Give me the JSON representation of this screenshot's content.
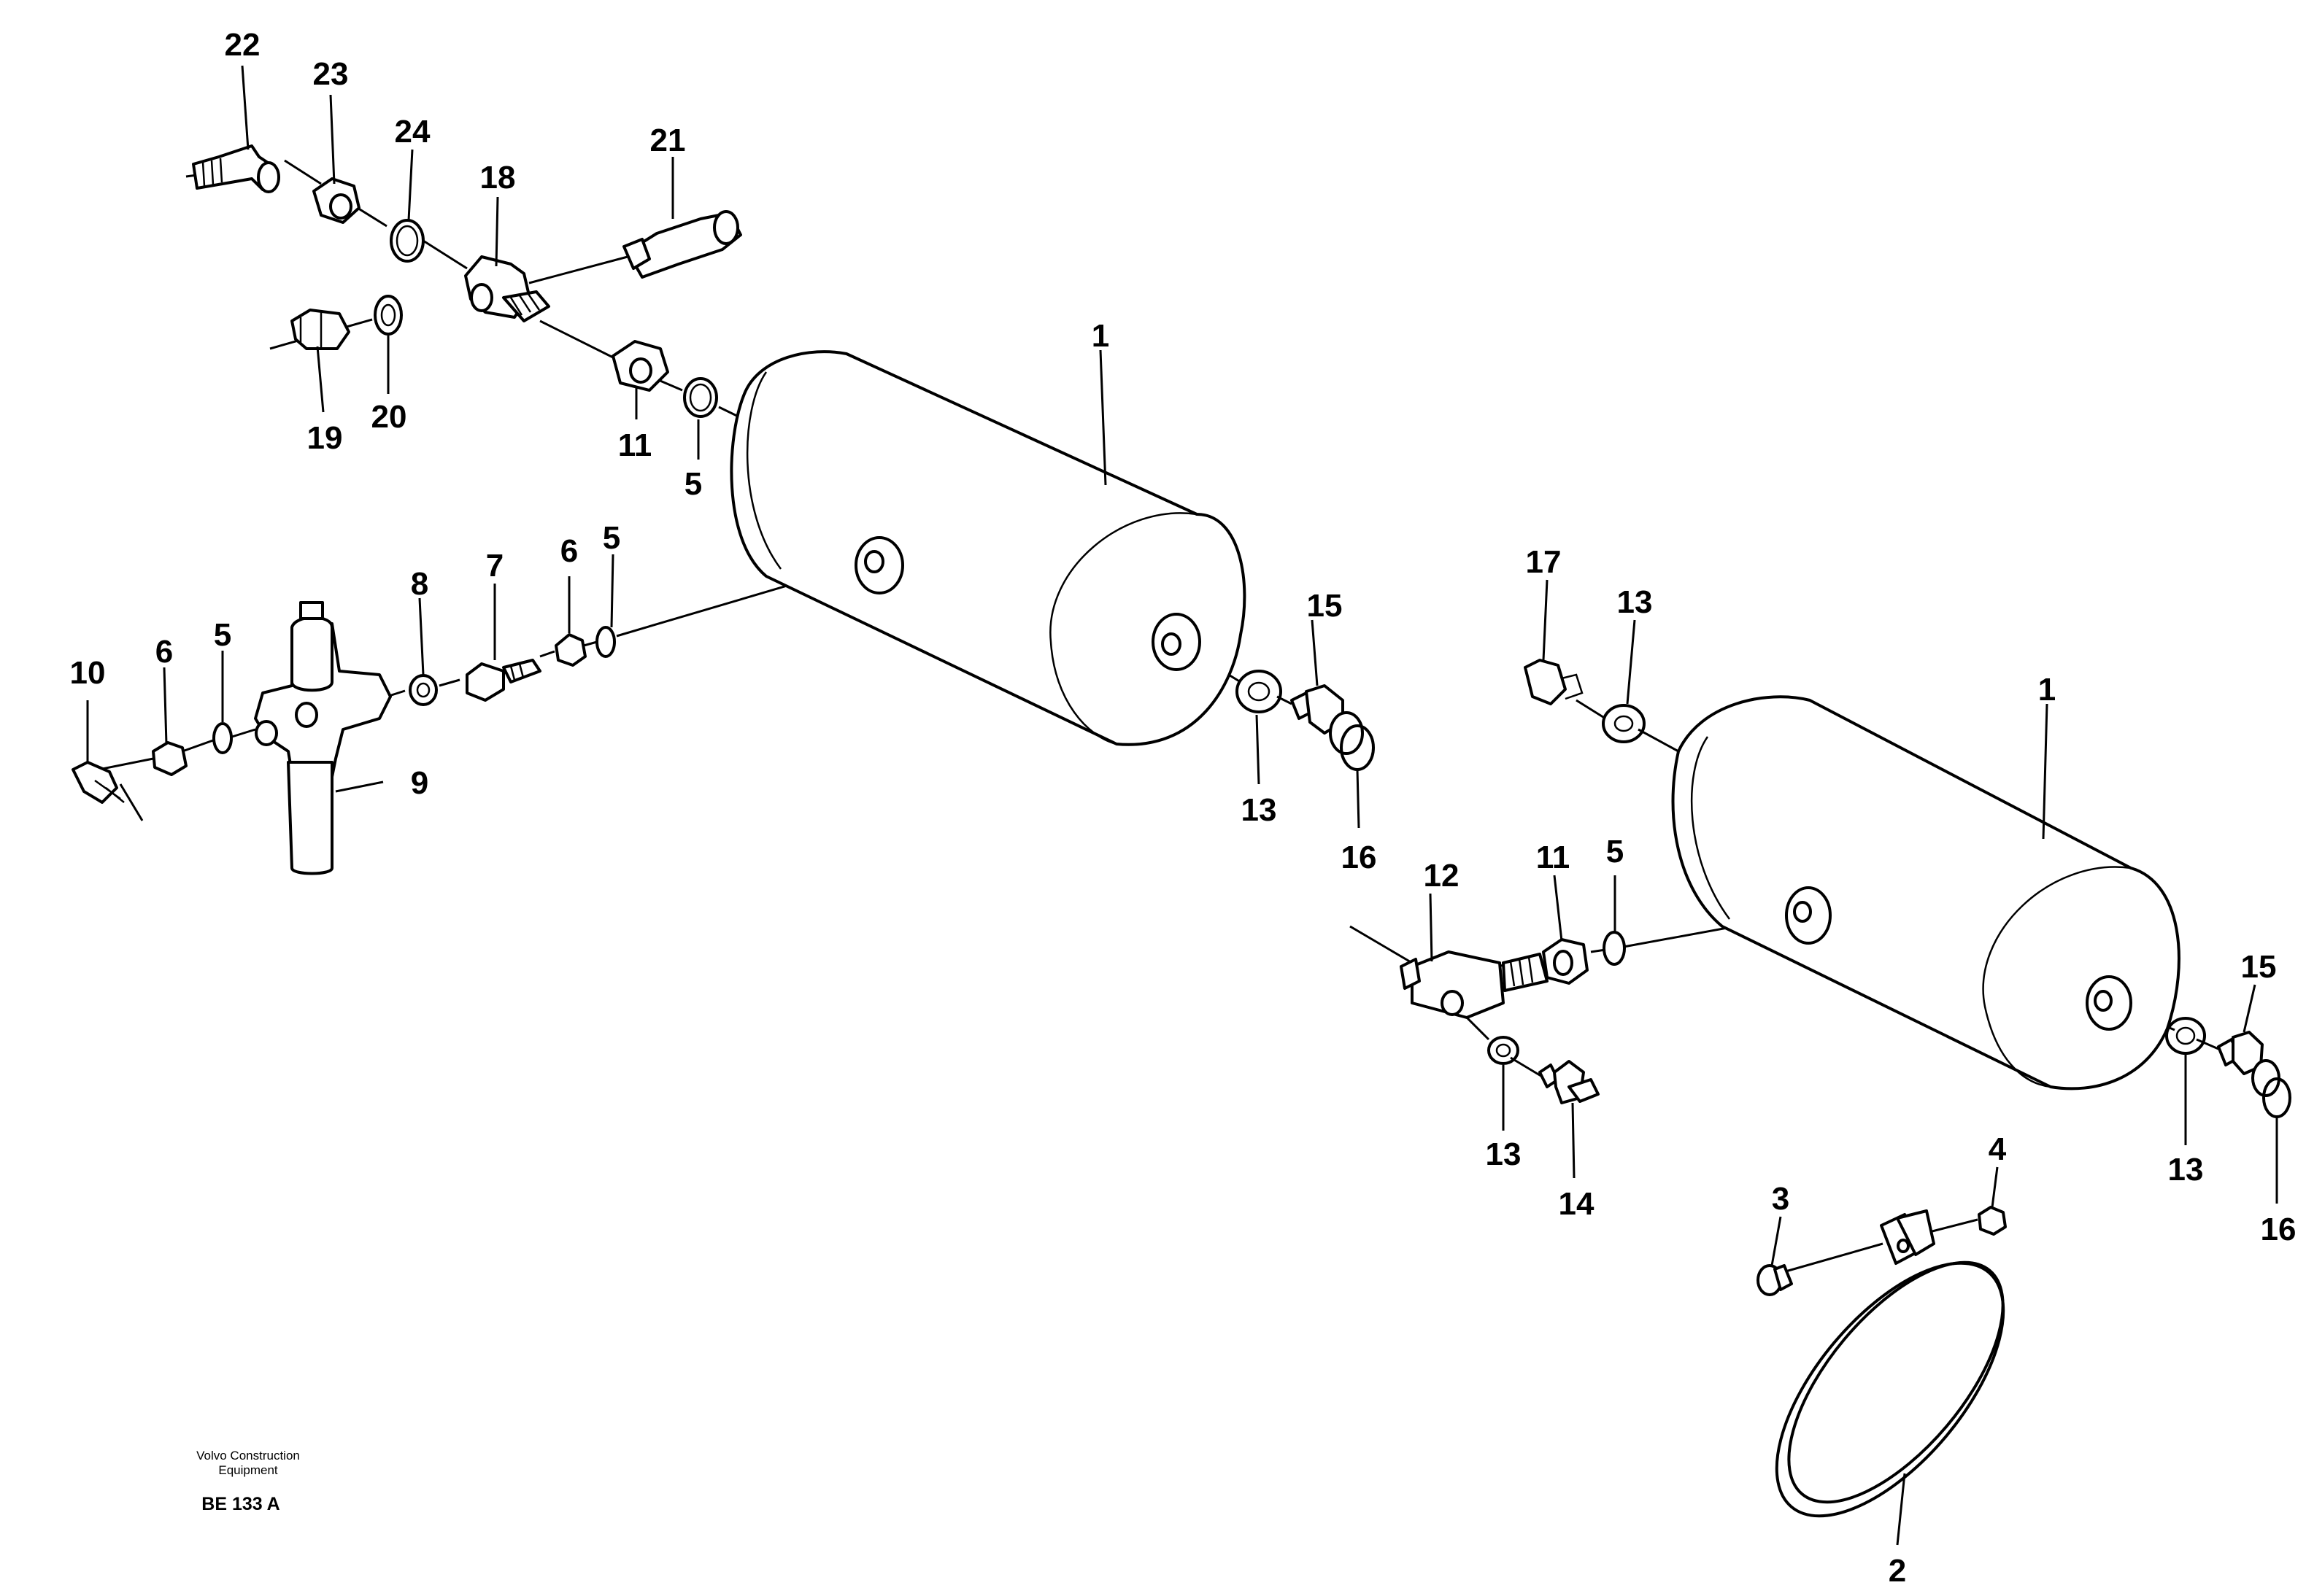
{
  "callouts": [
    {
      "id": "c22",
      "label": "22"
    },
    {
      "id": "c23",
      "label": "23"
    },
    {
      "id": "c24",
      "label": "24"
    },
    {
      "id": "c21",
      "label": "21"
    },
    {
      "id": "c18",
      "label": "18"
    },
    {
      "id": "c19",
      "label": "19"
    },
    {
      "id": "c20",
      "label": "20"
    },
    {
      "id": "c11a",
      "label": "11"
    },
    {
      "id": "c5a",
      "label": "5"
    },
    {
      "id": "c1a",
      "label": "1"
    },
    {
      "id": "c8",
      "label": "8"
    },
    {
      "id": "c7",
      "label": "7"
    },
    {
      "id": "c6a",
      "label": "6"
    },
    {
      "id": "c5b",
      "label": "5"
    },
    {
      "id": "c10",
      "label": "10"
    },
    {
      "id": "c6b",
      "label": "6"
    },
    {
      "id": "c5c",
      "label": "5"
    },
    {
      "id": "c9",
      "label": "9"
    },
    {
      "id": "c15a",
      "label": "15"
    },
    {
      "id": "c13a",
      "label": "13"
    },
    {
      "id": "c16a",
      "label": "16"
    },
    {
      "id": "c17",
      "label": "17"
    },
    {
      "id": "c13b",
      "label": "13"
    },
    {
      "id": "c1b",
      "label": "1"
    },
    {
      "id": "c12",
      "label": "12"
    },
    {
      "id": "c11b",
      "label": "11"
    },
    {
      "id": "c5d",
      "label": "5"
    },
    {
      "id": "c13c",
      "label": "13"
    },
    {
      "id": "c14",
      "label": "14"
    },
    {
      "id": "c15b",
      "label": "15"
    },
    {
      "id": "c13d",
      "label": "13"
    },
    {
      "id": "c16b",
      "label": "16"
    },
    {
      "id": "c4",
      "label": "4"
    },
    {
      "id": "c3",
      "label": "3"
    },
    {
      "id": "c2",
      "label": "2"
    }
  ],
  "footer": {
    "brand_line1": "Volvo Construction",
    "brand_line2": "Equipment",
    "code": "BE 133 A"
  }
}
